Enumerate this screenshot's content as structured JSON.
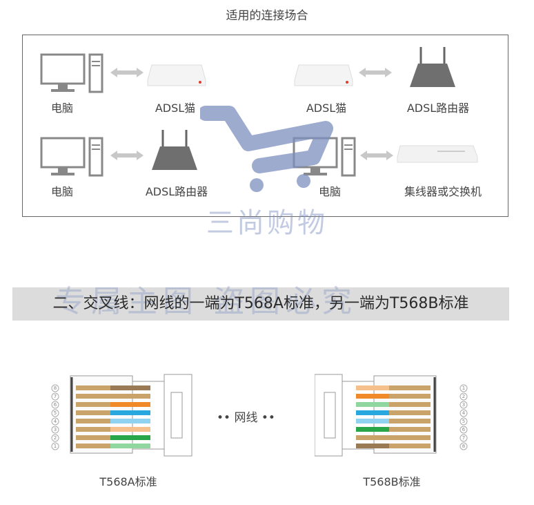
{
  "top_title": "适用的连接场合",
  "connections": {
    "row1_left": {
      "a": "电脑",
      "b": "ADSL猫"
    },
    "row1_right": {
      "a": "ADSL猫",
      "b": "ADSL路由器"
    },
    "row2_left": {
      "a": "电脑",
      "b": "ADSL路由器"
    },
    "row2_right": {
      "a": "电脑",
      "b": "集线器或交换机"
    }
  },
  "watermark": {
    "brand": "三尚购物",
    "overlay": "专属主图 盗图必究"
  },
  "section_heading": "二、交叉线：网线的一端为T568A标准，另一端为T568B标准",
  "cable": {
    "middle_label": "•• 网线 ••",
    "left_caption": "T568A标准",
    "right_caption": "T568B标准",
    "left_pins": [
      "8",
      "7",
      "6",
      "5",
      "4",
      "3",
      "2",
      "1"
    ],
    "right_pins": [
      "1",
      "2",
      "3",
      "4",
      "5",
      "6",
      "7",
      "8"
    ]
  },
  "colors": {
    "orange": "#f08a28",
    "green": "#2aa64a",
    "blue": "#29a8e0",
    "brown": "#9a7a55",
    "watermark": "#7d8fc0"
  }
}
